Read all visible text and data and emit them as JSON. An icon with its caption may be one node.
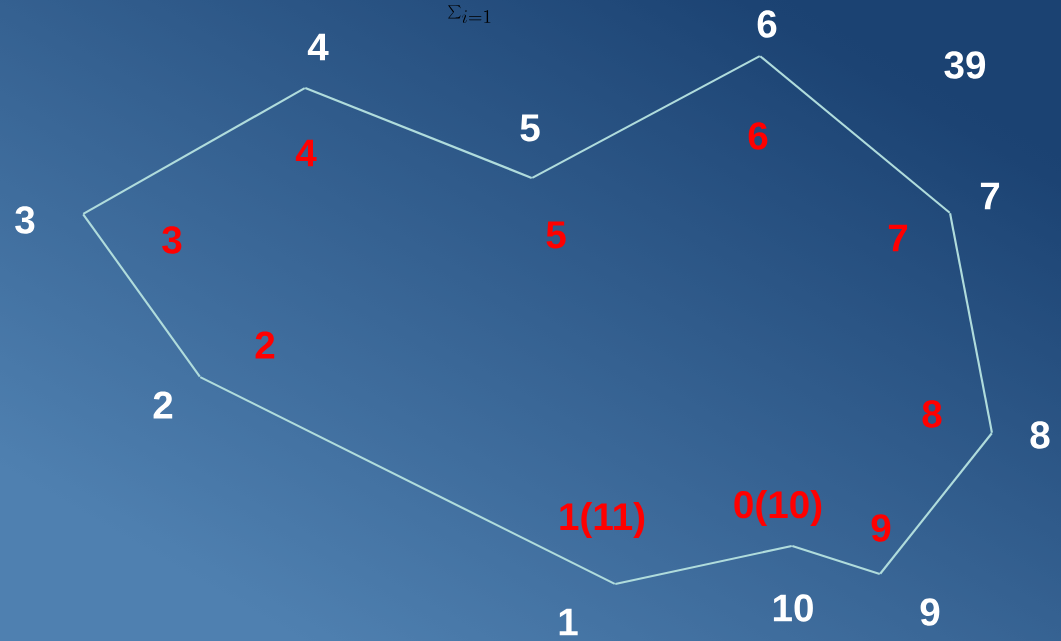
{
  "diagram": {
    "nodes": [
      {
        "text": [
          "1"
        ],
        "beside": [
          "1(11)"
        ]
      },
      {
        "text": [
          "2"
        ],
        "beside": [
          "2"
        ]
      },
      {
        "text": [
          "3"
        ],
        "beside": [
          "3"
        ]
      },
      {
        "text": [
          "4"
        ],
        "beside": [
          "4"
        ]
      },
      {
        "text": [
          "5"
        ],
        "beside": [
          "5"
        ]
      },
      {
        "text": [
          "6"
        ],
        "beside": [
          "6"
        ]
      },
      {
        "text": [
          "7"
        ],
        "beside": [
          "7"
        ]
      },
      {
        "text": [
          "8"
        ],
        "beside": [
          "8"
        ]
      },
      {
        "text": [
          "9"
        ],
        "beside": [
          "9"
        ]
      },
      {
        "text": [
          "10"
        ],
        "beside": [
          "0(10)"
        ]
      }
    ],
    "edges": [
      {
        "from": 0,
        "to": 1,
        "arrow": "none"
      },
      {
        "from": 1,
        "to": 2,
        "arrow": "none"
      },
      {
        "from": 2,
        "to": 3,
        "arrow": "none"
      },
      {
        "from": 3,
        "to": 4,
        "arrow": "none"
      },
      {
        "from": 4,
        "to": 5,
        "arrow": "none"
      },
      {
        "from": 5,
        "to": 6,
        "arrow": "none"
      },
      {
        "from": 6,
        "to": 7,
        "arrow": "none"
      },
      {
        "from": 7,
        "to": 8,
        "arrow": "none"
      },
      {
        "from": 8,
        "to": 9,
        "arrow": "none"
      },
      {
        "from": 9,
        "to": 0,
        "arrow": "none"
      }
    ],
    "labels": [
      "\\sum_{i=1}",
      "39"
    ]
  }
}
